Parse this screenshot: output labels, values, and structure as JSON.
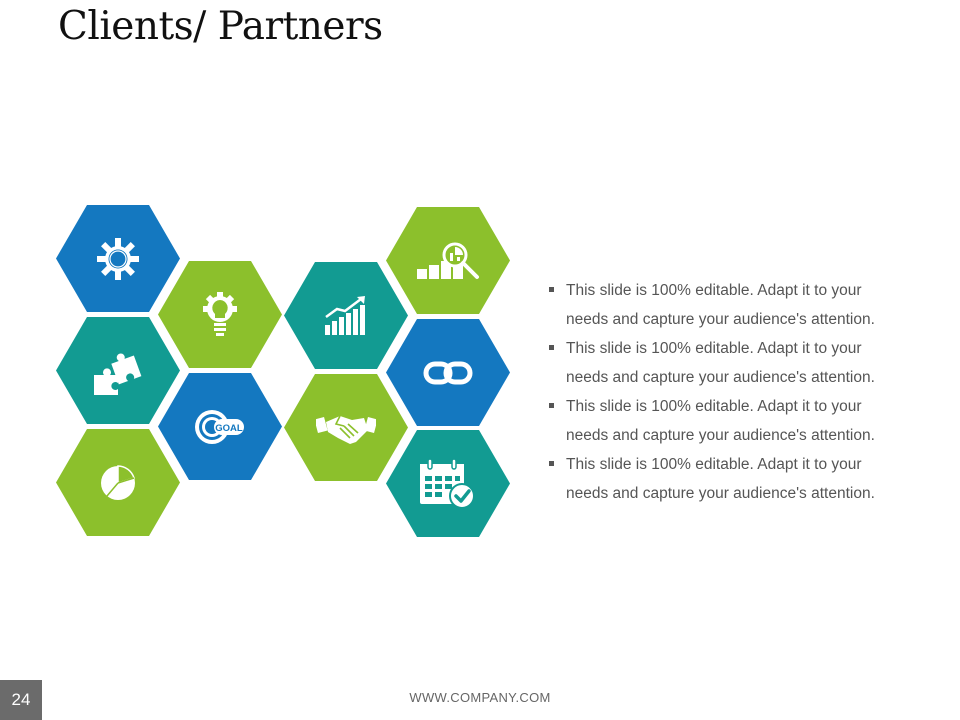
{
  "slide": {
    "title": "Clients/ Partners",
    "page_number": "24",
    "footer_url": "WWW.COMPANY.COM"
  },
  "colors": {
    "blue": "#1478c0",
    "green": "#8cc02c",
    "teal": "#129b92"
  },
  "hexagons": [
    {
      "icon": "gear-icon",
      "color": "blue"
    },
    {
      "icon": "puzzle-icon",
      "color": "teal"
    },
    {
      "icon": "pie-chart-icon",
      "color": "green"
    },
    {
      "icon": "lightbulb-gear-icon",
      "color": "green"
    },
    {
      "icon": "goal-target-icon",
      "color": "blue",
      "label": "GOAL"
    },
    {
      "icon": "growth-chart-icon",
      "color": "teal"
    },
    {
      "icon": "handshake-icon",
      "color": "green"
    },
    {
      "icon": "analytics-magnifier-icon",
      "color": "green"
    },
    {
      "icon": "chain-link-icon",
      "color": "blue"
    },
    {
      "icon": "calendar-check-icon",
      "color": "teal"
    }
  ],
  "bullets": [
    "This slide is 100% editable. Adapt it to your needs and capture your audience's attention.",
    "This slide is 100% editable. Adapt it to your needs and capture your audience's attention.",
    "This slide is 100% editable. Adapt it to your needs and capture your audience's attention.",
    "This slide is 100% editable. Adapt it to your needs and capture your audience's attention."
  ]
}
